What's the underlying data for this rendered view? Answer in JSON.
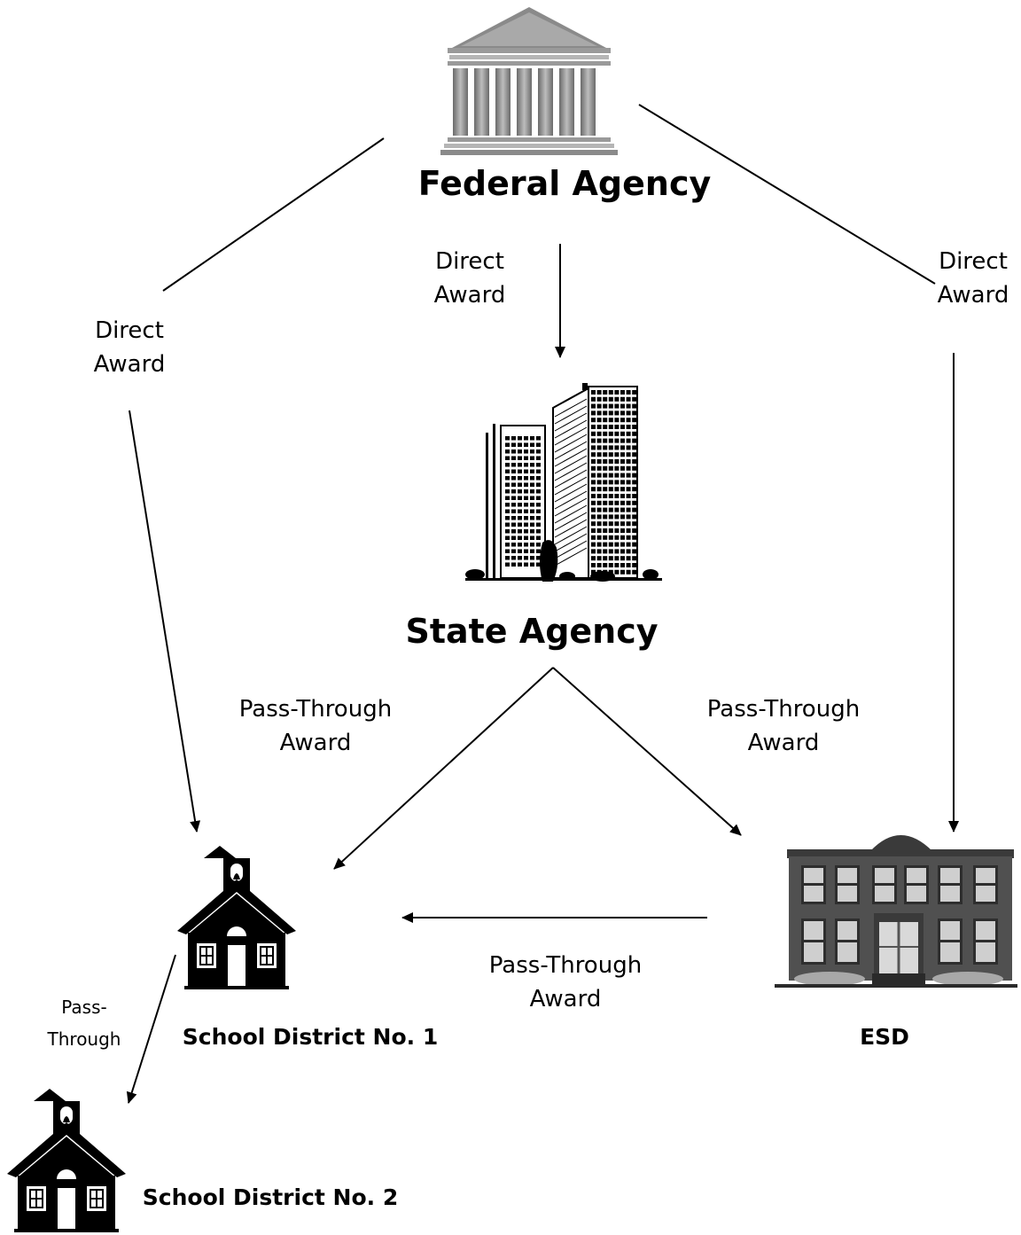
{
  "nodes": {
    "federal": {
      "label": "Federal Agency",
      "icon": "federal-building-icon"
    },
    "state": {
      "label": "State Agency",
      "icon": "office-tower-icon"
    },
    "district1": {
      "label": "School District No. 1",
      "icon": "schoolhouse-icon"
    },
    "esd": {
      "label": "ESD",
      "icon": "school-building-icon"
    },
    "district2": {
      "label": "School District No. 2",
      "icon": "schoolhouse-icon"
    }
  },
  "edges": {
    "fed_to_d1": {
      "line1": "Direct",
      "line2": "Award"
    },
    "fed_to_state": {
      "line1": "Direct",
      "line2": "Award"
    },
    "fed_to_esd": {
      "line1": "Direct",
      "line2": "Award"
    },
    "state_to_d1": {
      "line1": "Pass-Through",
      "line2": "Award"
    },
    "state_to_esd": {
      "line1": "Pass-Through",
      "line2": "Award"
    },
    "esd_to_d1": {
      "line1": "Pass-Through",
      "line2": "Award"
    },
    "d1_to_d2": {
      "line1": "Pass-",
      "line2": "Through"
    }
  }
}
